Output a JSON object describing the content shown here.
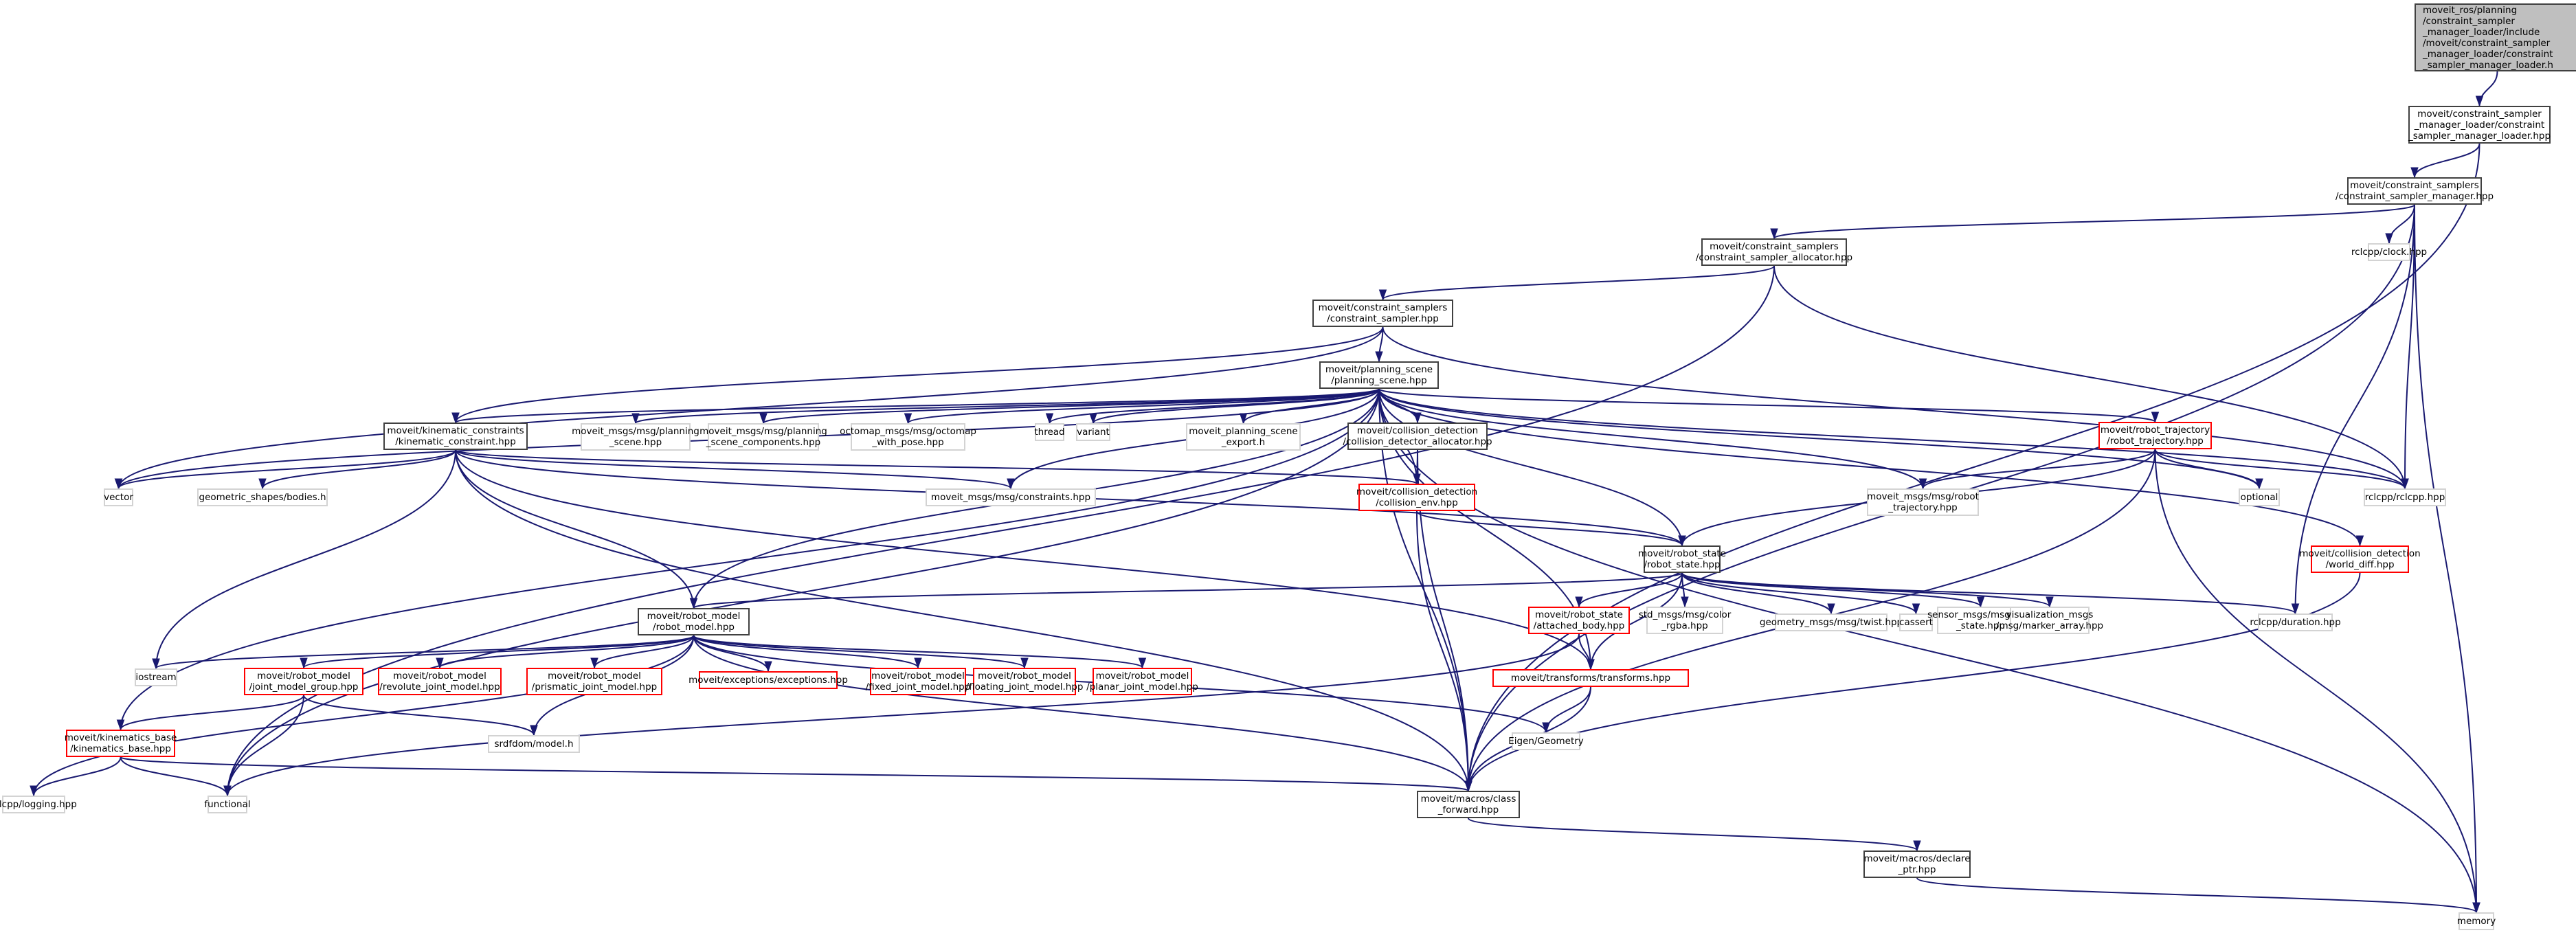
{
  "diagram": {
    "type": "include-dependency-graph",
    "colors": {
      "edge": "#191970",
      "root_fill": "#bfbfbf",
      "documented_border": "#404040",
      "undocumented_border": "#ff0000",
      "external_border": "#d3d3d3"
    },
    "nodes": [
      {
        "id": "root",
        "label": "moveit_ros/planning\n/constraint_sampler\n_manager_loader/include\n/moveit/constraint_sampler\n_manager_loader/constraint\n_sampler_manager_loader.h",
        "kind": "root"
      },
      {
        "id": "csml",
        "label": "moveit/constraint_sampler\n_manager_loader/constraint\n_sampler_manager_loader.hpp",
        "kind": "doc"
      },
      {
        "id": "csm",
        "label": "moveit/constraint_samplers\n/constraint_sampler_manager.hpp",
        "kind": "doc"
      },
      {
        "id": "clock",
        "label": "rclcpp/clock.hpp",
        "kind": "ext"
      },
      {
        "id": "csa",
        "label": "moveit/constraint_samplers\n/constraint_sampler_allocator.hpp",
        "kind": "doc"
      },
      {
        "id": "cs",
        "label": "moveit/constraint_samplers\n/constraint_sampler.hpp",
        "kind": "doc"
      },
      {
        "id": "ps",
        "label": "moveit/planning_scene\n/planning_scene.hpp",
        "kind": "doc"
      },
      {
        "id": "kc",
        "label": "moveit/kinematic_constraints\n/kinematic_constraint.hpp",
        "kind": "doc"
      },
      {
        "id": "mm_ps",
        "label": "moveit_msgs/msg/planning\n_scene.hpp",
        "kind": "ext"
      },
      {
        "id": "mm_psc",
        "label": "moveit_msgs/msg/planning\n_scene_components.hpp",
        "kind": "ext"
      },
      {
        "id": "octo",
        "label": "octomap_msgs/msg/octomap\n_with_pose.hpp",
        "kind": "ext"
      },
      {
        "id": "thread",
        "label": "thread",
        "kind": "ext"
      },
      {
        "id": "variant",
        "label": "variant",
        "kind": "ext"
      },
      {
        "id": "pse",
        "label": "moveit_planning_scene\n_export.h",
        "kind": "ext"
      },
      {
        "id": "cda",
        "label": "moveit/collision_detection\n/collision_detector_allocator.hpp",
        "kind": "doc"
      },
      {
        "id": "rt",
        "label": "moveit/robot_trajectory\n/robot_trajectory.hpp",
        "kind": "red"
      },
      {
        "id": "vector",
        "label": "vector",
        "kind": "ext"
      },
      {
        "id": "bodies",
        "label": "geometric_shapes/bodies.h",
        "kind": "ext"
      },
      {
        "id": "constraints",
        "label": "moveit_msgs/msg/constraints.hpp",
        "kind": "ext"
      },
      {
        "id": "cenv",
        "label": "moveit/collision_detection\n/collision_env.hpp",
        "kind": "red"
      },
      {
        "id": "mm_rt",
        "label": "moveit_msgs/msg/robot\n_trajectory.hpp",
        "kind": "ext"
      },
      {
        "id": "optional",
        "label": "optional",
        "kind": "ext"
      },
      {
        "id": "rclcpp",
        "label": "rclcpp/rclcpp.hpp",
        "kind": "ext"
      },
      {
        "id": "wdiff",
        "label": "moveit/collision_detection\n/world_diff.hpp",
        "kind": "red"
      },
      {
        "id": "rs",
        "label": "moveit/robot_state\n/robot_state.hpp",
        "kind": "doc"
      },
      {
        "id": "rm",
        "label": "moveit/robot_model\n/robot_model.hpp",
        "kind": "doc"
      },
      {
        "id": "ab",
        "label": "moveit/robot_state\n/attached_body.hpp",
        "kind": "red"
      },
      {
        "id": "color",
        "label": "std_msgs/msg/color\n_rgba.hpp",
        "kind": "ext"
      },
      {
        "id": "twist",
        "label": "geometry_msgs/msg/twist.hpp",
        "kind": "ext"
      },
      {
        "id": "cassert",
        "label": "cassert",
        "kind": "ext"
      },
      {
        "id": "joint",
        "label": "sensor_msgs/msg/joint\n_state.hpp",
        "kind": "ext"
      },
      {
        "id": "marker",
        "label": "visualization_msgs\n/msg/marker_array.hpp",
        "kind": "ext"
      },
      {
        "id": "duration",
        "label": "rclcpp/duration.hpp",
        "kind": "ext"
      },
      {
        "id": "iostream",
        "label": "iostream",
        "kind": "ext"
      },
      {
        "id": "jmg",
        "label": "moveit/robot_model\n/joint_model_group.hpp",
        "kind": "red"
      },
      {
        "id": "rjm",
        "label": "moveit/robot_model\n/revolute_joint_model.hpp",
        "kind": "red"
      },
      {
        "id": "pjm",
        "label": "moveit/robot_model\n/prismatic_joint_model.hpp",
        "kind": "red"
      },
      {
        "id": "exc",
        "label": "moveit/exceptions/exceptions.hpp",
        "kind": "red"
      },
      {
        "id": "fjm",
        "label": "moveit/robot_model\n/fixed_joint_model.hpp",
        "kind": "red"
      },
      {
        "id": "flm",
        "label": "moveit/robot_model\n/floating_joint_model.hpp",
        "kind": "red"
      },
      {
        "id": "plm",
        "label": "moveit/robot_model\n/planar_joint_model.hpp",
        "kind": "red"
      },
      {
        "id": "tf",
        "label": "moveit/transforms/transforms.hpp",
        "kind": "red"
      },
      {
        "id": "kb",
        "label": "moveit/kinematics_base\n/kinematics_base.hpp",
        "kind": "red"
      },
      {
        "id": "srdf",
        "label": "srdfdom/model.h",
        "kind": "ext"
      },
      {
        "id": "eigen",
        "label": "Eigen/Geometry",
        "kind": "ext"
      },
      {
        "id": "logging",
        "label": "rclcpp/logging.hpp",
        "kind": "ext"
      },
      {
        "id": "functional",
        "label": "functional",
        "kind": "ext"
      },
      {
        "id": "cf",
        "label": "moveit/macros/class\n_forward.hpp",
        "kind": "doc"
      },
      {
        "id": "dp",
        "label": "moveit/macros/declare\n_ptr.hpp",
        "kind": "doc"
      },
      {
        "id": "memory",
        "label": "memory",
        "kind": "ext"
      }
    ],
    "edges": [
      [
        "root",
        "csml"
      ],
      [
        "csml",
        "csm"
      ],
      [
        "csml",
        "cf"
      ],
      [
        "csm",
        "csa"
      ],
      [
        "csm",
        "clock"
      ],
      [
        "csm",
        "rclcpp"
      ],
      [
        "csm",
        "cf"
      ],
      [
        "csm",
        "memory"
      ],
      [
        "csm",
        "duration"
      ],
      [
        "csa",
        "cs"
      ],
      [
        "csa",
        "rclcpp"
      ],
      [
        "csa",
        "functional"
      ],
      [
        "cs",
        "ps"
      ],
      [
        "cs",
        "kc"
      ],
      [
        "cs",
        "rclcpp"
      ],
      [
        "cs",
        "vector"
      ],
      [
        "ps",
        "kc"
      ],
      [
        "ps",
        "mm_ps"
      ],
      [
        "ps",
        "mm_psc"
      ],
      [
        "ps",
        "octo"
      ],
      [
        "ps",
        "thread"
      ],
      [
        "ps",
        "variant"
      ],
      [
        "ps",
        "pse"
      ],
      [
        "ps",
        "cda"
      ],
      [
        "ps",
        "cenv"
      ],
      [
        "ps",
        "rt"
      ],
      [
        "ps",
        "rs"
      ],
      [
        "ps",
        "rm"
      ],
      [
        "ps",
        "constraints"
      ],
      [
        "ps",
        "mm_rt"
      ],
      [
        "ps",
        "optional"
      ],
      [
        "ps",
        "rclcpp"
      ],
      [
        "ps",
        "wdiff"
      ],
      [
        "ps",
        "tf"
      ],
      [
        "ps",
        "cf"
      ],
      [
        "ps",
        "memory"
      ],
      [
        "ps",
        "kb"
      ],
      [
        "ps",
        "vector"
      ],
      [
        "ps",
        "functional"
      ],
      [
        "kc",
        "vector"
      ],
      [
        "kc",
        "bodies"
      ],
      [
        "kc",
        "constraints"
      ],
      [
        "kc",
        "cenv"
      ],
      [
        "kc",
        "rs"
      ],
      [
        "kc",
        "rm"
      ],
      [
        "kc",
        "iostream"
      ],
      [
        "kc",
        "tf"
      ],
      [
        "kc",
        "cf"
      ],
      [
        "cda",
        "cenv"
      ],
      [
        "cda",
        "cf"
      ],
      [
        "cenv",
        "rs"
      ],
      [
        "cenv",
        "cf"
      ],
      [
        "rt",
        "mm_rt"
      ],
      [
        "rt",
        "optional"
      ],
      [
        "rt",
        "rclcpp"
      ],
      [
        "rt",
        "rs"
      ],
      [
        "rt",
        "cf"
      ],
      [
        "rt",
        "memory"
      ],
      [
        "wdiff",
        "cf"
      ],
      [
        "rs",
        "rm"
      ],
      [
        "rs",
        "ab"
      ],
      [
        "rs",
        "color"
      ],
      [
        "rs",
        "twist"
      ],
      [
        "rs",
        "cassert"
      ],
      [
        "rs",
        "joint"
      ],
      [
        "rs",
        "marker"
      ],
      [
        "rs",
        "duration"
      ],
      [
        "rs",
        "tf"
      ],
      [
        "rm",
        "iostream"
      ],
      [
        "rm",
        "jmg"
      ],
      [
        "rm",
        "rjm"
      ],
      [
        "rm",
        "pjm"
      ],
      [
        "rm",
        "exc"
      ],
      [
        "rm",
        "fjm"
      ],
      [
        "rm",
        "flm"
      ],
      [
        "rm",
        "plm"
      ],
      [
        "rm",
        "srdf"
      ],
      [
        "rm",
        "eigen"
      ],
      [
        "rm",
        "cf"
      ],
      [
        "rm",
        "logging"
      ],
      [
        "ab",
        "tf"
      ],
      [
        "ab",
        "functional"
      ],
      [
        "jmg",
        "kb"
      ],
      [
        "jmg",
        "srdf"
      ],
      [
        "jmg",
        "functional"
      ],
      [
        "kb",
        "logging"
      ],
      [
        "kb",
        "functional"
      ],
      [
        "kb",
        "cf"
      ],
      [
        "tf",
        "eigen"
      ],
      [
        "tf",
        "cf"
      ],
      [
        "cf",
        "dp"
      ],
      [
        "dp",
        "memory"
      ]
    ]
  }
}
